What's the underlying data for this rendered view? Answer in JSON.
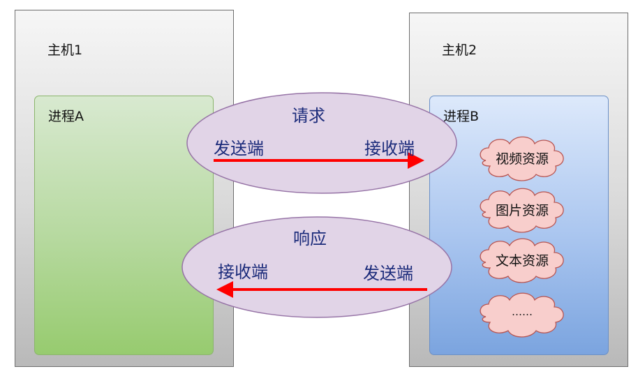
{
  "host1": {
    "title": "主机1"
  },
  "host2": {
    "title": "主机2"
  },
  "process_a": {
    "title": "进程A"
  },
  "process_b": {
    "title": "进程B"
  },
  "request": {
    "label": "请求",
    "sender": "发送端",
    "receiver": "接收端"
  },
  "response": {
    "label": "响应",
    "receiver": "接收端",
    "sender": "发送端"
  },
  "resources": [
    {
      "label": "视频资源"
    },
    {
      "label": "图片资源"
    },
    {
      "label": "文本资源"
    },
    {
      "label": "……"
    }
  ],
  "colors": {
    "ellipse_fill": "#e1d4e7",
    "ellipse_stroke": "#9673a6",
    "arrow": "#ff0000",
    "cloud_fill": "#f8cecc",
    "cloud_stroke": "#b85450",
    "ellipse_text": "#1a2a7a"
  }
}
